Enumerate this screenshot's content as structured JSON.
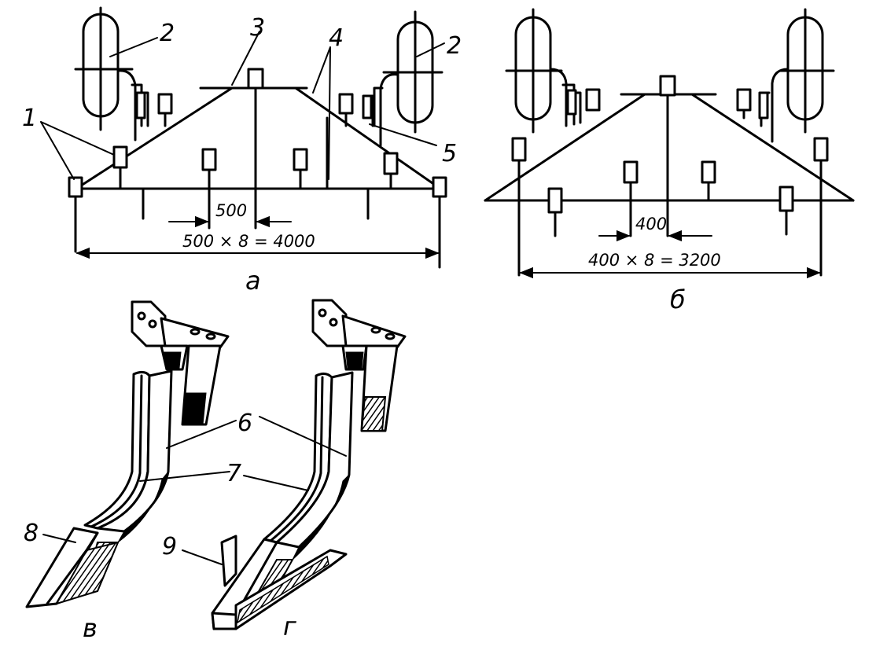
{
  "callouts": {
    "n1": "1",
    "n2": "2",
    "n3": "3",
    "n4": "4",
    "n5": "5",
    "n6": "6",
    "n7": "7",
    "n8": "8",
    "n9": "9"
  },
  "scheme_a": {
    "caption": "а",
    "spacing_label": "500",
    "total_label": "500 × 8 = 4000"
  },
  "scheme_b": {
    "caption": "б",
    "spacing_label": "400",
    "total_label": "400 × 8 = 3200"
  },
  "tine_v": {
    "caption": "в"
  },
  "tine_g": {
    "caption": "г"
  }
}
